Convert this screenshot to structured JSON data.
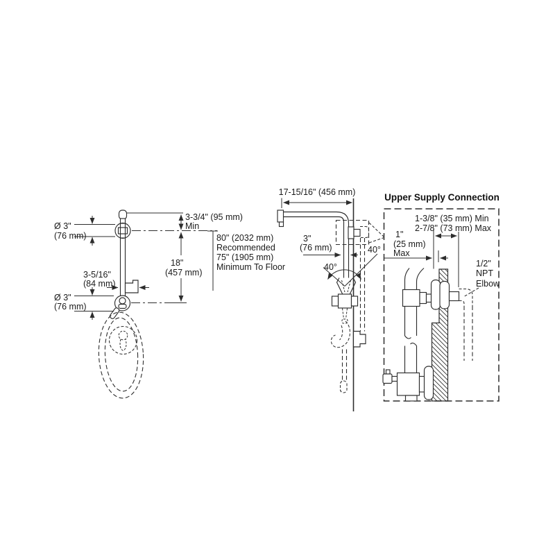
{
  "figure": {
    "background": "#ffffff",
    "line_color": "#2d2d2d",
    "text_color": "#1a1a1a"
  },
  "front_view": {
    "head_diameter_line1": "Ø 3\"",
    "head_diameter_line2": "(76 mm)",
    "bracket_offset_line1": "3-5/16\"",
    "bracket_offset_line2": "(84 mm)",
    "holder_diameter_line1": "Ø 3\"",
    "holder_diameter_line2": "(76 mm)",
    "top_clearance_line1": "3-3/4\" (95 mm)",
    "top_clearance_line2": "Min",
    "bar_length_line1": "18\"",
    "bar_length_line2": "(457 mm)",
    "floor_height_line1": "80\" (2032 mm)",
    "floor_height_line2": "Recommended",
    "floor_height_line3": "75\" (1905 mm)",
    "floor_height_line4": "Minimum To Floor"
  },
  "side_view": {
    "arm_reach": "17-15/16\" (456 mm)",
    "wall_offset_line1": "3\"",
    "wall_offset_line2": "(76 mm)",
    "swivel_angle_right": "40°",
    "swivel_angle_left": "40°"
  },
  "supply_detail": {
    "title": "Upper Supply Connection",
    "depth_min": "1-3/8\" (35 mm) Min",
    "depth_max": "2-7/8\" (73 mm) Max",
    "wall_thickness_line1": "1\"",
    "wall_thickness_line2": "(25 mm)",
    "wall_thickness_line3": "Max",
    "elbow_line1": "1/2\"",
    "elbow_line2": "NPT",
    "elbow_line3": "Elbow"
  }
}
